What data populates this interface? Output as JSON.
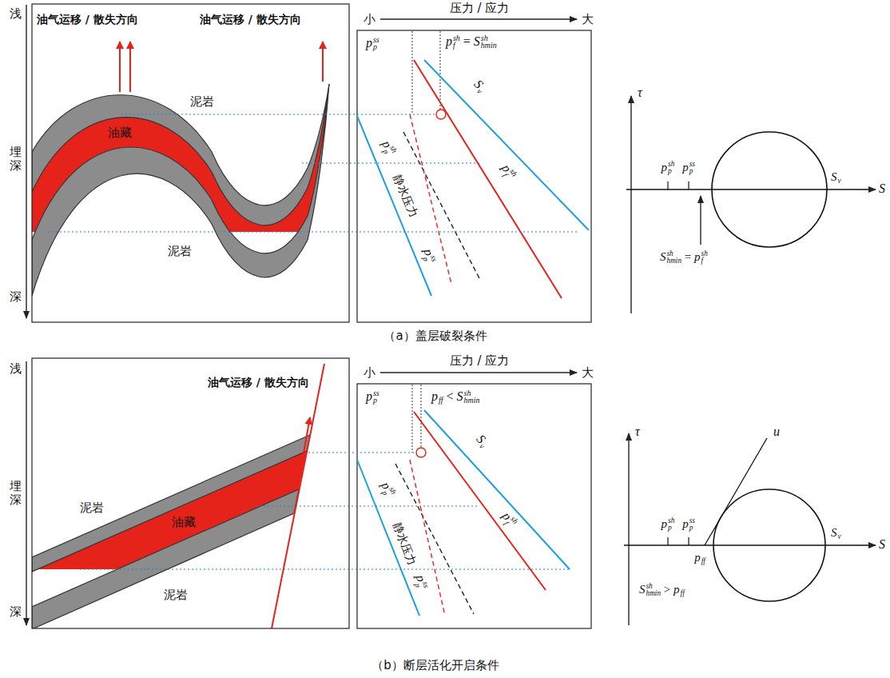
{
  "diagram": {
    "labels": [
      "浅",
      "埋深",
      "深",
      "油气运移 / 散失方向",
      "油气运移 / 散失方向",
      "油藏",
      "泥岩",
      "泥岩",
      "小",
      "压力 / 应力",
      "大",
      "p",
      "p",
      "ss",
      "p",
      "f",
      "sh",
      "=",
      "S",
      "hmin",
      "sh",
      "S",
      "v",
      "p",
      "p",
      "sh",
      "静水压力",
      "p",
      "p",
      "ss",
      "p",
      "f",
      "sh",
      "τ",
      "S",
      "p",
      "p",
      "sh",
      "p",
      "p",
      "ss",
      "S",
      "v",
      "S",
      "hmin",
      "sh",
      "=",
      "p",
      "f",
      "sh",
      "（a）盖层破裂条件",
      "浅",
      "埋深",
      "深",
      "油气运移 / 散失方向",
      "泥岩",
      "油藏",
      "泥岩",
      "小",
      "压力 / 应力",
      "大",
      "p",
      "p",
      "ss",
      "p",
      "ff",
      "<",
      "S",
      "hmin",
      "sh",
      "S",
      "v",
      "p",
      "p",
      "sh",
      "静水压力",
      "p",
      "p",
      "ss",
      "p",
      "f",
      "sh",
      "τ",
      "u",
      "p",
      "p",
      "sh",
      "p",
      "p",
      "ss",
      "p",
      "ff",
      "S",
      "S",
      "v",
      "S",
      "hmin",
      "sh",
      ">",
      "p",
      "ff",
      "（b）断层活化开启条件"
    ]
  }
}
